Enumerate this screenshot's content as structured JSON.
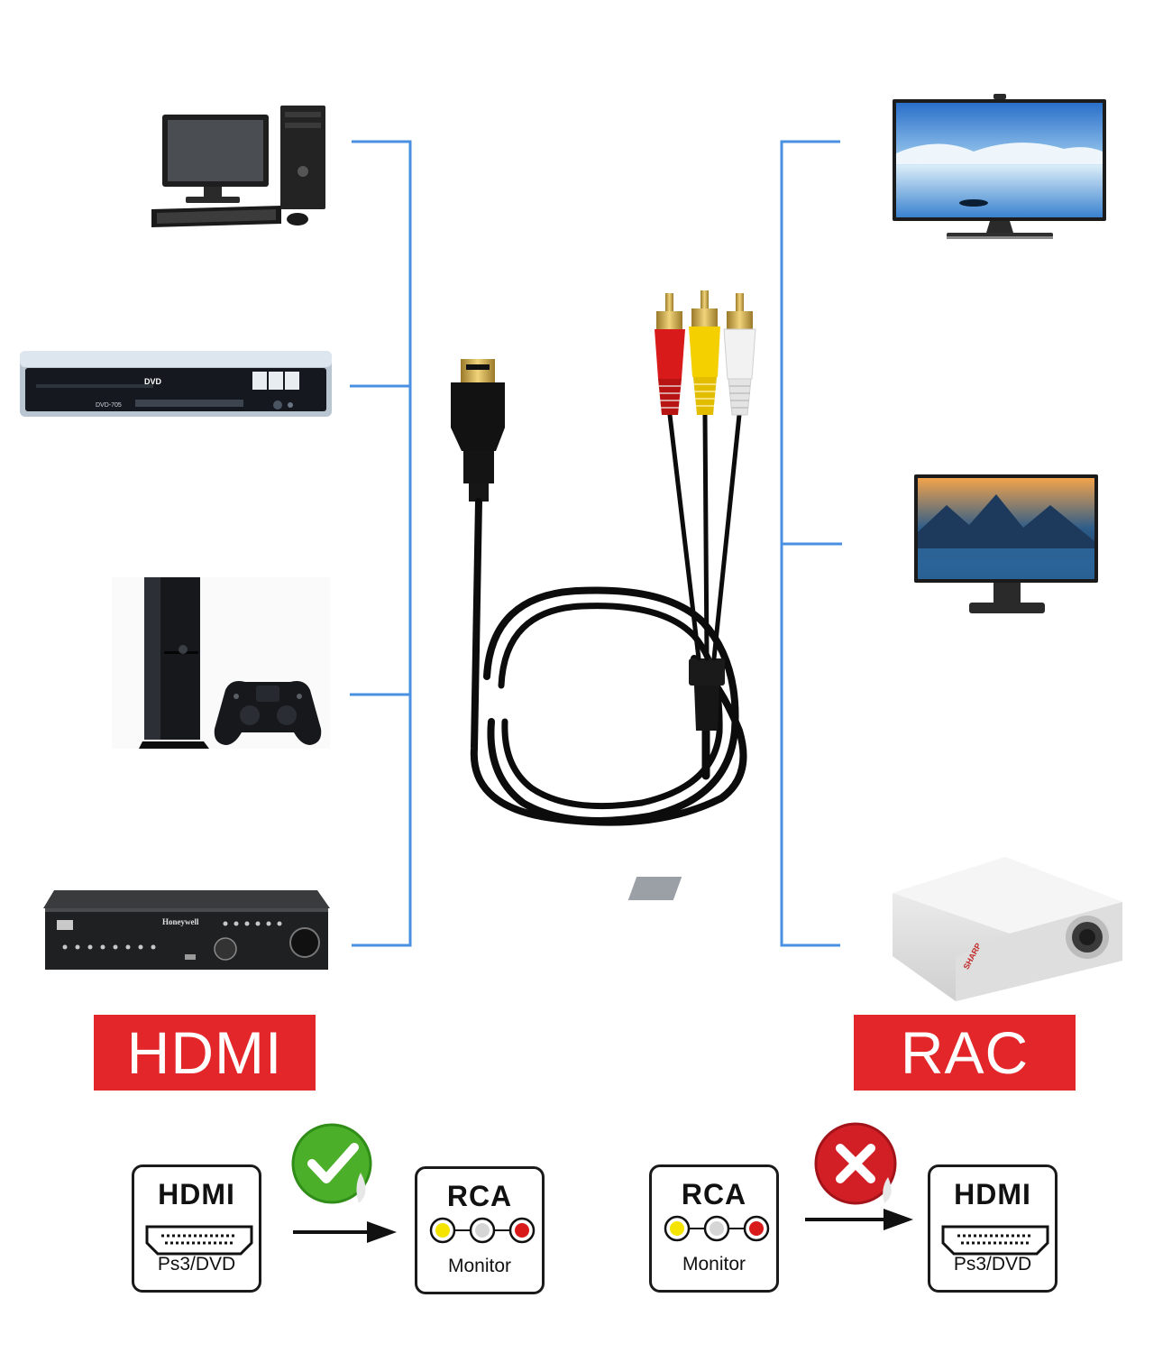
{
  "labels": {
    "left_banner": "HDMI",
    "right_banner": "RAC"
  },
  "devices": {
    "left": [
      "desktop computer",
      "dvd player",
      "game console",
      "dvr recorder"
    ],
    "right": [
      "tv",
      "monitor",
      "projector"
    ]
  },
  "device_text": {
    "dvd_brand": "DVD",
    "dvd_model": "DVD-705",
    "dvr_brand": "Honeywell",
    "projector_brand": "SHARP"
  },
  "diagram": {
    "box1": {
      "title": "HDMI",
      "sub": "Ps3/DVD"
    },
    "box2": {
      "title": "RCA",
      "sub": "Monitor"
    },
    "box3": {
      "title": "RCA",
      "sub": "Monitor"
    },
    "box4": {
      "title": "HDMI",
      "sub": "Ps3/DVD"
    },
    "status_ok_icon": "check-icon",
    "status_bad_icon": "cross-icon"
  },
  "colors": {
    "connector_line": "#4a90e2",
    "banner": "#e3262a",
    "check": "#4caf2a",
    "cross": "#d21f26",
    "rca_red": "#d91a1a",
    "rca_yellow": "#f5d000",
    "rca_white": "#f2f2f2"
  }
}
